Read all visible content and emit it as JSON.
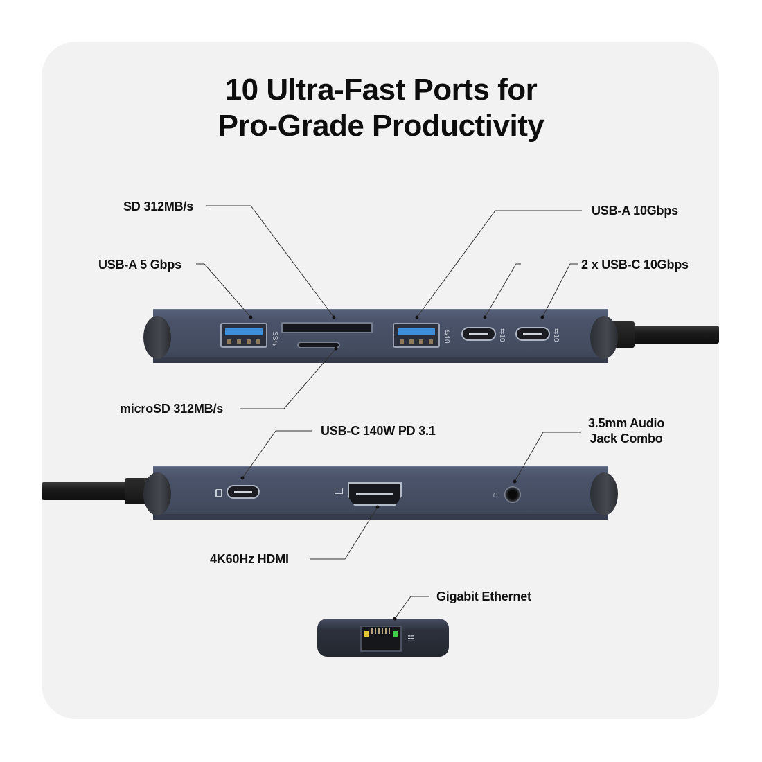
{
  "title": {
    "line1": "10 Ultra-Fast Ports for",
    "line2": "Pro-Grade Productivity"
  },
  "callouts": {
    "sd": "SD 312MB/s",
    "usba_5": "USB-A 5 Gbps",
    "usba_10": "USB-A 10Gbps",
    "usbc_10": "2 x USB-C 10Gbps",
    "microsd": "microSD 312MB/s",
    "usbc_pd": "USB-C 140W PD 3.1",
    "audio_line1": "3.5mm Audio",
    "audio_line2": "Jack Combo",
    "hdmi": "4K60Hz HDMI",
    "ethernet": "Gigabit Ethernet"
  },
  "port_icons": {
    "usba_5": "SS⇆",
    "usba_10": "⇆10",
    "usbc_a": "⇆10",
    "usbc_b": "⇆10",
    "pd": "power-delivery-icon",
    "hdmi": "monitor-icon",
    "audio": "headset-icon",
    "ethernet": "network-icon"
  },
  "colors": {
    "background": "#ffffff",
    "card": "#f2f2f2",
    "hub_body": "#4a5369",
    "usb_blue": "#3d8fdc",
    "led_yellow": "#e8c43a",
    "led_green": "#3fcf4a",
    "text": "#111111"
  }
}
